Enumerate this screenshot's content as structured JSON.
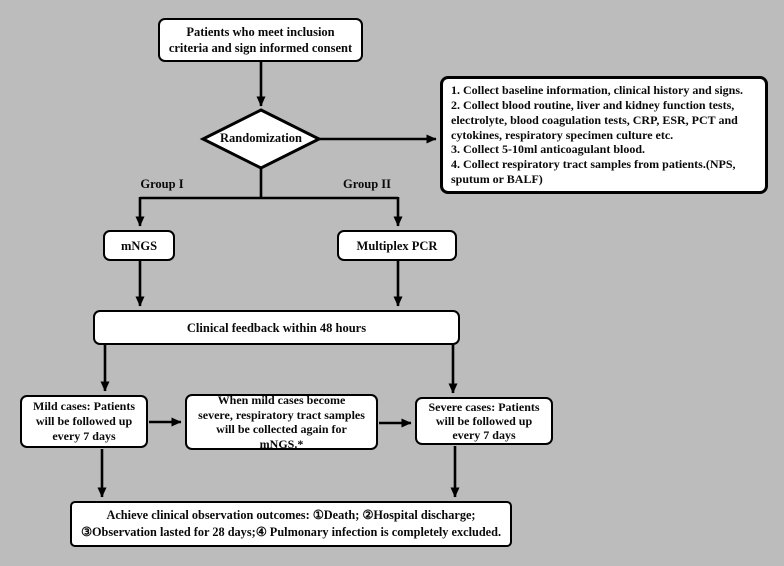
{
  "colors": {
    "background": "#bcbcbc",
    "node_fill": "#ffffff",
    "stroke": "#000000",
    "text": "#0a0a0a"
  },
  "nodes": {
    "inclusion": {
      "lines": [
        "Patients who meet inclusion",
        "criteria and sign informed consent"
      ]
    },
    "randomization": {
      "label": "Randomization"
    },
    "collect_info": {
      "lines": [
        "1. Collect baseline information, clinical history and signs.",
        "2. Collect blood routine, liver and kidney function tests,",
        "electrolyte, blood coagulation tests, CRP, ESR, PCT and",
        "cytokines, respiratory specimen culture etc.",
        "3. Collect 5-10ml  anticoagulant blood.",
        "4. Collect respiratory tract samples from patients.(NPS,",
        "sputum or BALF)"
      ]
    },
    "branch_labels": {
      "group1": "Group I",
      "group2": "Group II"
    },
    "mngs": {
      "label": "mNGS"
    },
    "multiplex_pcr": {
      "label": "Multiplex PCR"
    },
    "clinical_feedback": {
      "label": "Clinical feedback within 48 hours"
    },
    "mild": {
      "lines": [
        "Mild cases: Patients",
        "will be followed up",
        "every 7 days"
      ]
    },
    "transition": {
      "lines": [
        "When mild cases become",
        "severe, respiratory tract samples",
        "will be collected again for",
        "mNGS.*"
      ]
    },
    "severe": {
      "lines": [
        "Severe cases: Patients",
        "will be followed up",
        "every 7 days"
      ]
    },
    "outcomes": {
      "lines": [
        "Achieve clinical observation outcomes: ①Death; ②Hospital discharge;",
        "③Observation lasted for 28 days;④ Pulmonary infection is completely excluded."
      ]
    }
  }
}
